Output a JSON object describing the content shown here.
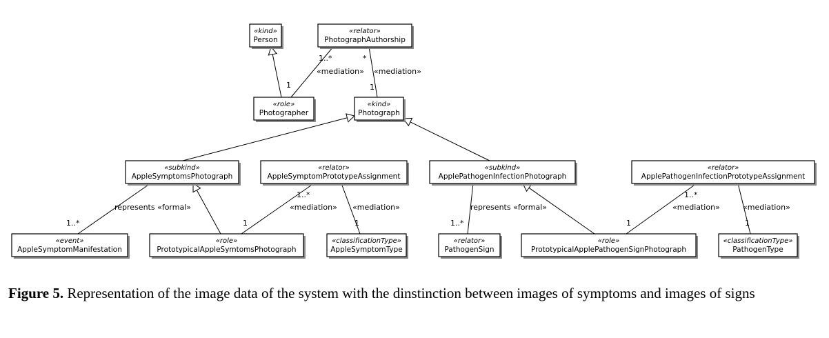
{
  "classes": [
    {
      "id": "person",
      "stereotype": "«kind»",
      "name": "Person"
    },
    {
      "id": "photographAuthorship",
      "stereotype": "«relator»",
      "name": "PhotographAuthorship"
    },
    {
      "id": "photographer",
      "stereotype": "«role»",
      "name": "Photographer"
    },
    {
      "id": "photograph",
      "stereotype": "«kind»",
      "name": "Photograph"
    },
    {
      "id": "appleSymptomsPhotograph",
      "stereotype": "«subkind»",
      "name": "AppleSymptomsPhotograph"
    },
    {
      "id": "appleSymptomPrototypeAssignment",
      "stereotype": "«relator»",
      "name": "AppleSymptomPrototypeAssignment"
    },
    {
      "id": "applePathogenInfectionPhotograph",
      "stereotype": "«subkind»",
      "name": "ApplePathogenInfectionPhotograph"
    },
    {
      "id": "applePathogenInfectionPrototypeAssignment",
      "stereotype": "«relator»",
      "name": "ApplePathogenInfectionPrototypeAssignment"
    },
    {
      "id": "appleSymptomManifestation",
      "stereotype": "«event»",
      "name": "AppleSymptomManifestation"
    },
    {
      "id": "prototypicalAppleSymtomsPhotograph",
      "stereotype": "«role»",
      "name": "PrototypicalAppleSymtomsPhotograph"
    },
    {
      "id": "appleSymptomType",
      "stereotype": "«classificationType»",
      "name": "AppleSymptomType"
    },
    {
      "id": "pathogenSign",
      "stereotype": "«relator»",
      "name": "PathogenSign"
    },
    {
      "id": "prototypicalApplePathogenSignPhotograph",
      "stereotype": "«role»",
      "name": "PrototypicalApplePathogenSignPhotograph"
    },
    {
      "id": "pathogenType",
      "stereotype": "«classificationType»",
      "name": "PathogenType"
    }
  ],
  "relations": [
    {
      "id": "gen-photographer-person",
      "type": "generalization",
      "from": "photographer",
      "to": "person",
      "label": ""
    },
    {
      "id": "med-authorship-photographer",
      "type": "association",
      "from": "photographAuthorship",
      "to": "photographer",
      "label": "«mediation»",
      "source_mult": "1..*",
      "target_mult": "1"
    },
    {
      "id": "med-authorship-photograph",
      "type": "association",
      "from": "photographAuthorship",
      "to": "photograph",
      "label": "«mediation»",
      "source_mult": "*",
      "target_mult": "1"
    },
    {
      "id": "gen-symptoms-photograph",
      "type": "generalization",
      "from": "appleSymptomsPhotograph",
      "to": "photograph",
      "label": ""
    },
    {
      "id": "gen-pathogen-photograph",
      "type": "generalization",
      "from": "applePathogenInfectionPhotograph",
      "to": "photograph",
      "label": ""
    },
    {
      "id": "rep-symptoms-manifestation",
      "type": "association",
      "from": "appleSymptomsPhotograph",
      "to": "appleSymptomManifestation",
      "label": "represents «formal»",
      "source_mult": "",
      "target_mult": "1..*"
    },
    {
      "id": "gen-prototypical-symptoms",
      "type": "generalization",
      "from": "prototypicalAppleSymtomsPhotograph",
      "to": "appleSymptomsPhotograph",
      "label": ""
    },
    {
      "id": "med-symptomassign-prototypical",
      "type": "association",
      "from": "appleSymptomPrototypeAssignment",
      "to": "prototypicalAppleSymtomsPhotograph",
      "label": "«mediation»",
      "source_mult": "1..*",
      "target_mult": "1"
    },
    {
      "id": "med-symptomassign-type",
      "type": "association",
      "from": "appleSymptomPrototypeAssignment",
      "to": "appleSymptomType",
      "label": "«mediation»",
      "source_mult": "",
      "target_mult": "1"
    },
    {
      "id": "rep-pathogen-sign",
      "type": "association",
      "from": "applePathogenInfectionPhotograph",
      "to": "pathogenSign",
      "label": "represents «formal»",
      "source_mult": "",
      "target_mult": "1..*"
    },
    {
      "id": "gen-prototypical-pathogen",
      "type": "generalization",
      "from": "prototypicalApplePathogenSignPhotograph",
      "to": "applePathogenInfectionPhotograph",
      "label": ""
    },
    {
      "id": "med-pathogenassign-prototypical",
      "type": "association",
      "from": "applePathogenInfectionPrototypeAssignment",
      "to": "prototypicalApplePathogenSignPhotograph",
      "label": "«mediation»",
      "source_mult": "1..*",
      "target_mult": "1"
    },
    {
      "id": "med-pathogenassign-type",
      "type": "association",
      "from": "applePathogenInfectionPrototypeAssignment",
      "to": "pathogenType",
      "label": "«mediation»",
      "source_mult": "",
      "target_mult": "1"
    }
  ],
  "caption": {
    "figure_label": "Figure 5.",
    "text": "Representation of the image data of the system with the dinstinction between images of symptoms and images of signs"
  }
}
